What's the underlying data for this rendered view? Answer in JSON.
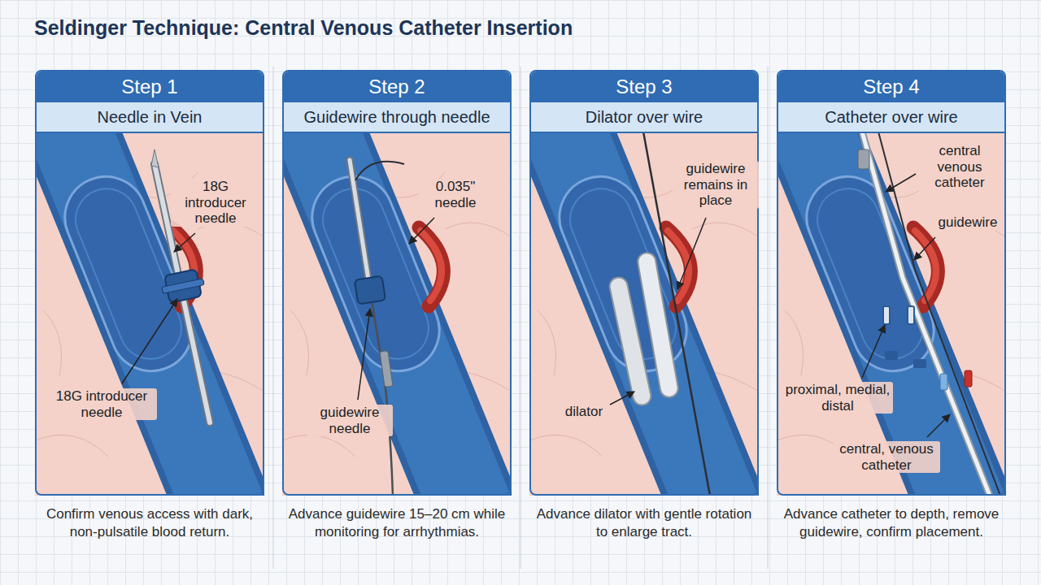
{
  "diagram": {
    "title": "Seldinger Technique: Central Venous Catheter Insertion",
    "nodes": [
      {
        "text": [
          "Step 1",
          "Needle in Vein",
          "Confirm venous access with dark, non-pulsatile blood return."
        ]
      },
      {
        "text": [
          "Step 2",
          "Guidewire through needle",
          "Advance guidewire 15–20 cm while monitoring for arrhythmias."
        ]
      },
      {
        "text": [
          "Step 3",
          "Dilator over wire",
          "Advance dilator with gentle rotation to enlarge tract."
        ]
      },
      {
        "text": [
          "Step 4",
          "Catheter over wire",
          "Advance catheter to depth, remove guidewire, confirm placement."
        ]
      }
    ],
    "labels": [
      "18G introducer needle",
      "18G introducer needle",
      "0.035\" needle",
      "guidewire needle",
      "guidewire remains in place",
      "dilator",
      "central venous catheter",
      "guidewire",
      "proximal, medial, distal",
      "central, venous catheter"
    ]
  }
}
